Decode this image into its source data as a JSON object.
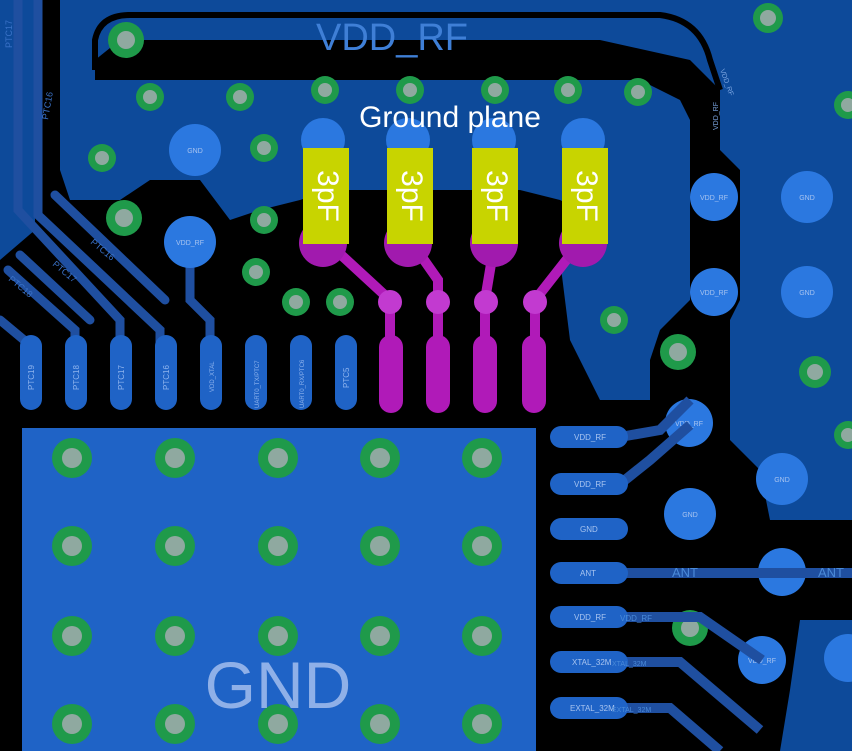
{
  "labels": {
    "vdd_rf_title": "VDD_RF",
    "ground_plane": "Ground plane",
    "gnd_big": "GND",
    "capacitors": [
      "3pF",
      "3pF",
      "3pF",
      "3pF"
    ],
    "pads_bottom": [
      "PTC19",
      "PTC18",
      "PTC17",
      "PTC16",
      "VDD_XTAL",
      "UART0_TX/PTC7",
      "UART0_RX/PTC6",
      "PTC5"
    ],
    "left_traces": [
      "PTC17",
      "PTC16",
      "PTC16",
      "PTC17",
      "PTC18"
    ],
    "right_pads": [
      "VDD_RF",
      "VDD_RF",
      "GND",
      "ANT",
      "VDD_RF",
      "XTAL_32M",
      "EXTAL_32M"
    ],
    "via_gnd": "GND",
    "via_vdd_rf": "VDD_RF",
    "via_ant": "ANT",
    "ant_trace": "ANT",
    "ant_edge": "ANT",
    "trace_vdd_rf": "VDD_RF",
    "trace_xtal": "XTAL_32M",
    "trace_extal": "EXTAL_32M"
  },
  "colors": {
    "background": "#000000",
    "plane": "#0d4a9a",
    "plane_light": "#1f63c6",
    "gnd_pad": "#2b78e0",
    "via_ring": "#1f9a4a",
    "via_hole": "#8fa9a0",
    "trace_magenta": "#b01ab8",
    "capacitor": "#c8d400",
    "text_light": "#e8f0ff",
    "text_label": "#4a8ad8"
  }
}
